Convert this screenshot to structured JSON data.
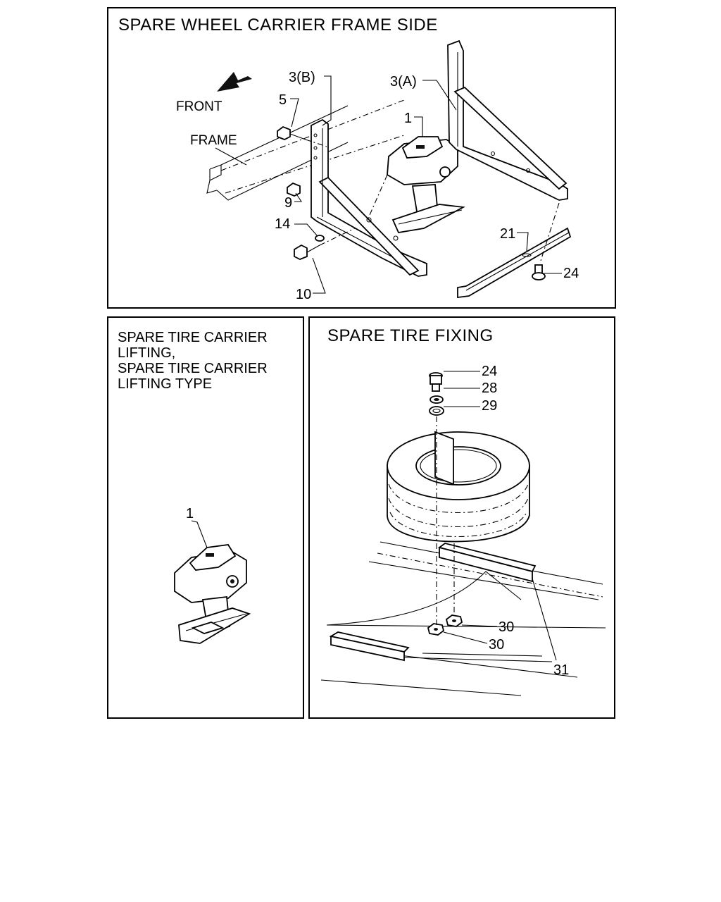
{
  "panels": {
    "frame_side": {
      "title": "SPARE WHEEL CARRIER FRAME SIDE",
      "labels": {
        "front": "FRONT",
        "frame": "FRAME"
      },
      "callouts": [
        "3(B)",
        "3(A)",
        "1",
        "5",
        "9",
        "14",
        "10",
        "21",
        "24"
      ]
    },
    "lifting": {
      "title_lines": [
        "SPARE TIRE CARRIER",
        "LIFTING,",
        "SPARE TIRE CARRIER",
        "LIFTING TYPE"
      ],
      "callouts": [
        "1"
      ]
    },
    "fixing": {
      "title": "SPARE TIRE FIXING",
      "callouts": [
        "24",
        "28",
        "29",
        "30",
        "30",
        "31"
      ]
    }
  }
}
